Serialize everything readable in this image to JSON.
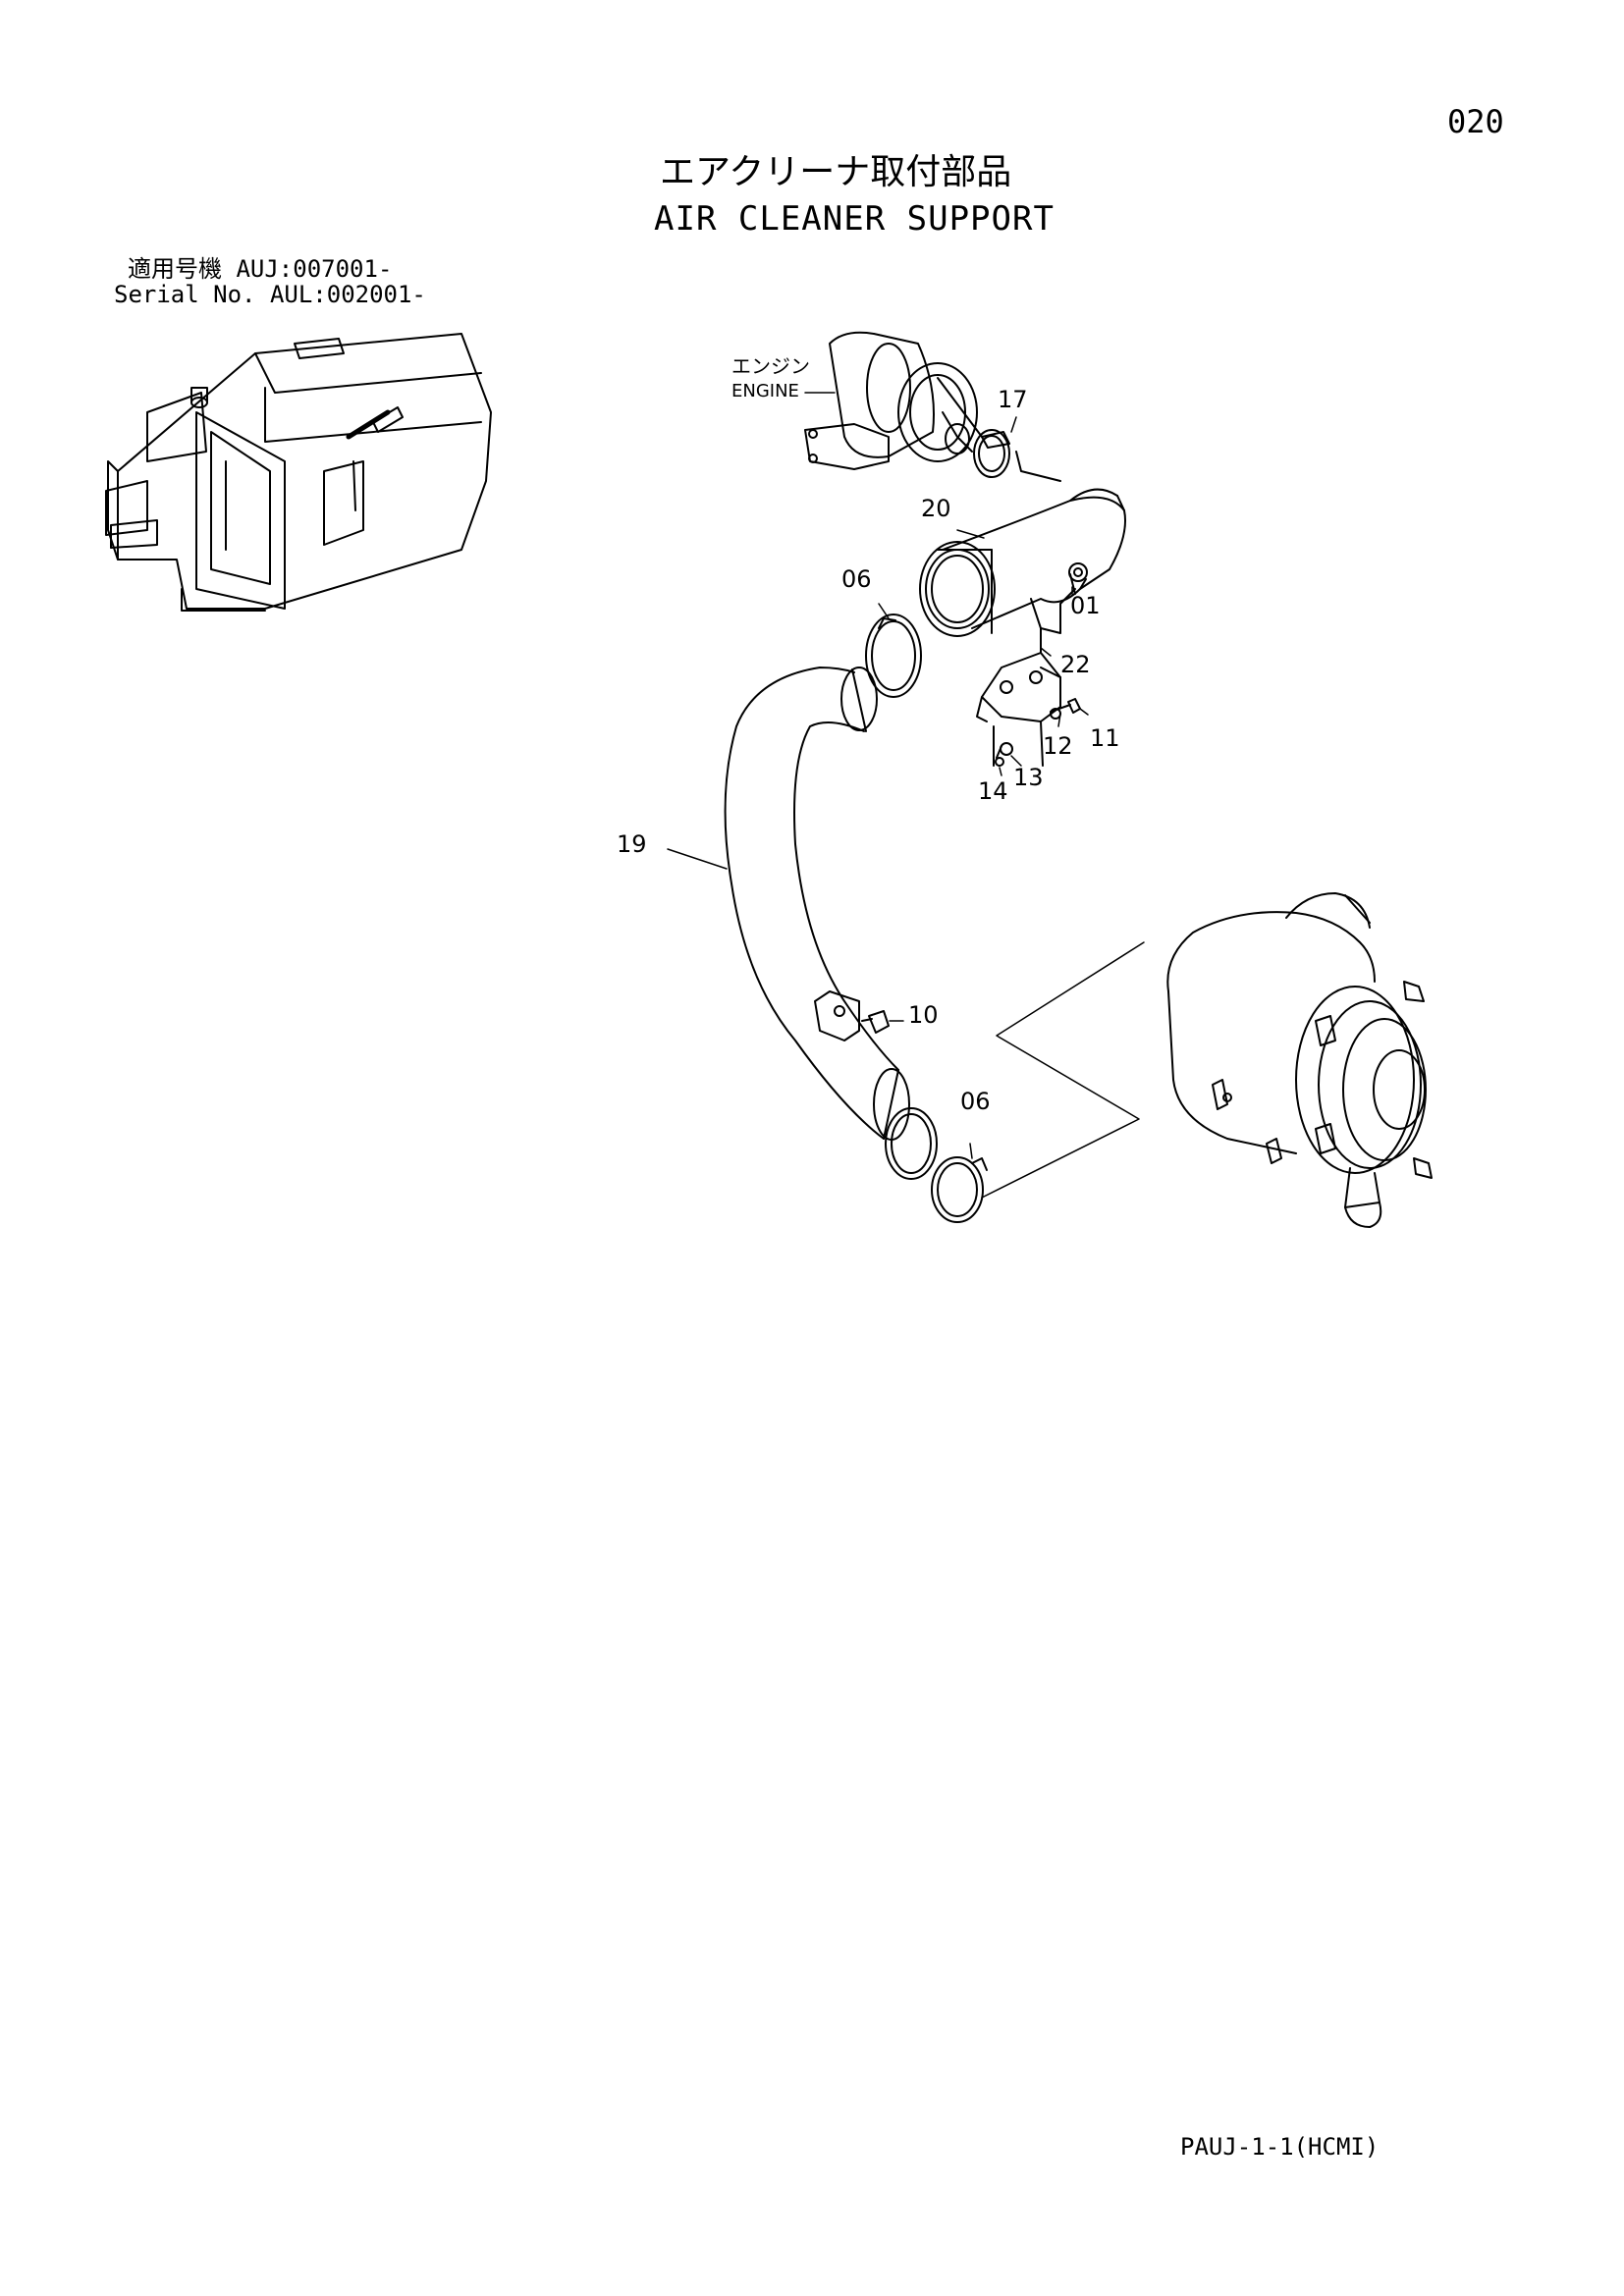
{
  "page_number": "020",
  "title_ja": "エアクリーナ取付部品",
  "title_en": "AIR CLEANER SUPPORT",
  "serial": {
    "line_ja": "適用号機  AUJ:007001-",
    "line_en": "Serial No. AUL:002001-"
  },
  "footer_code": "PAUJ-1-1(HCMI)",
  "engine_label": {
    "ja": "エンジン",
    "en": "ENGINE"
  },
  "callouts": {
    "c17": "17",
    "c20": "20",
    "c06_top": "06",
    "c01": "01",
    "c22": "22",
    "c11": "11",
    "c12": "12",
    "c13": "13",
    "c14": "14",
    "c19": "19",
    "c10": "10",
    "c06_bottom": "06"
  }
}
